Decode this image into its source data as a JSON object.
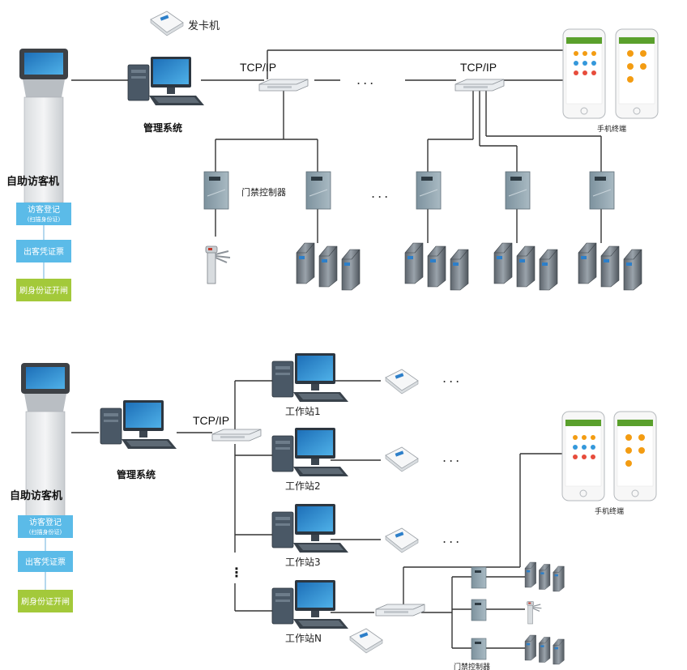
{
  "top": {
    "card_issuer_label": "发卡机",
    "tcp_left": "TCP/IP",
    "tcp_right": "TCP/IP",
    "dots_mid": "...",
    "dots_ctrl": "...",
    "management_label": "管理系统",
    "door_controller_label": "门禁控制器",
    "mobile_label": "手机终端",
    "kiosk_label": "自助访客机",
    "steps": [
      {
        "label": "访客登记",
        "sub": "(扫描身份证)",
        "color": "#5bbbe8"
      },
      {
        "label": "出客凭证票",
        "sub": "",
        "color": "#5bbbe8"
      },
      {
        "label": "刷身份证开闸",
        "sub": "",
        "color": "#a3c93a"
      }
    ]
  },
  "bottom": {
    "tcp": "TCP/IP",
    "management_label": "管理系统",
    "workstations": [
      "工作站1",
      "工作站2",
      "工作站3",
      "工作站N"
    ],
    "vdots": "⋮",
    "dots": [
      "...",
      "...",
      "..."
    ],
    "mobile_label": "手机终端",
    "kiosk_label": "自助访客机",
    "steps": [
      {
        "label": "访客登记",
        "sub": "(扫描身份证)",
        "color": "#5bbbe8"
      },
      {
        "label": "出客凭证票",
        "sub": "",
        "color": "#5bbbe8"
      },
      {
        "label": "刷身份证开闸",
        "sub": "",
        "color": "#a3c93a"
      }
    ],
    "controller_caption": "门禁控制器"
  },
  "colors": {
    "line": "#333333",
    "switch": "#e9ecef",
    "controller": "#8fa2ad",
    "gate": "#6f7780",
    "phone_header": "#5aa02c"
  }
}
